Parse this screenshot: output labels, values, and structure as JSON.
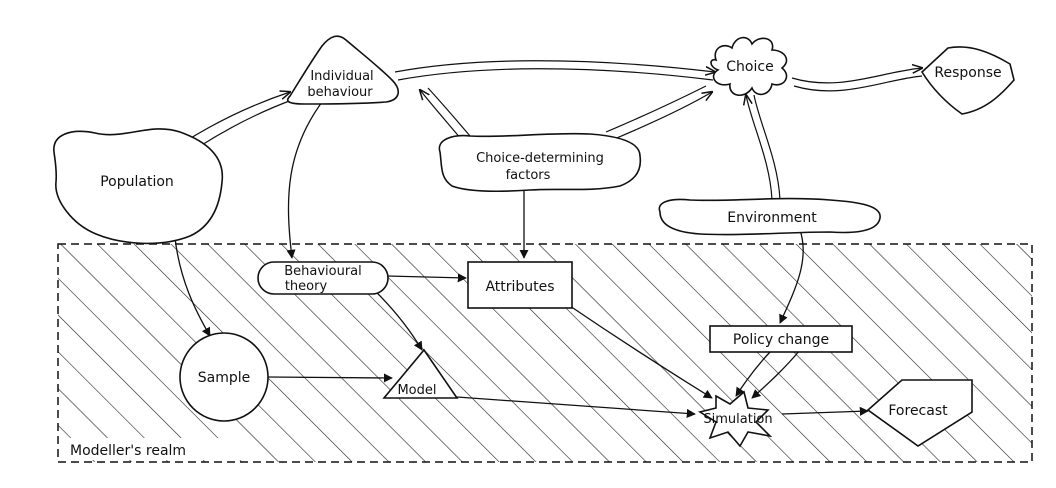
{
  "diagram": {
    "individual_behaviour": [
      "Individual",
      "behaviour"
    ],
    "choice": "Choice",
    "response": "Response",
    "population": "Population",
    "choice_factors": [
      "Choice-determining",
      "factors"
    ],
    "environment": "Environment",
    "behavioural_theory": [
      "Behavioural",
      "theory"
    ],
    "attributes": "Attributes",
    "policy_change": "Policy change",
    "sample": "Sample",
    "model": "Model",
    "simulation": "Simulation",
    "forecast": "Forecast",
    "realm_label": "Modeller's realm"
  }
}
